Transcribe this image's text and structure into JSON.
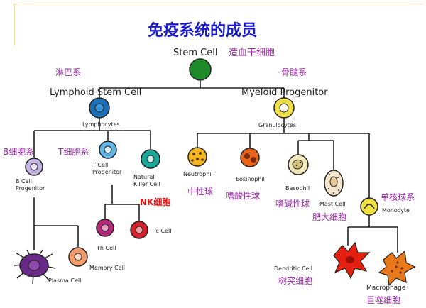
{
  "title": "免疫系统的成员",
  "nodes": {
    "stem": {
      "label": "Stem Cell",
      "cn": "造血干细胞"
    },
    "lymphoid": {
      "label": "Lymphoid Stem Cell",
      "cn": "淋巴系"
    },
    "myeloid": {
      "label": "Myeloid Progenitor",
      "cn": "骨髓系"
    },
    "lymphocytes": {
      "label": "Lymphocytes"
    },
    "granulocytes": {
      "label": "Granulocytes"
    },
    "b_prog": {
      "label": "B Cell Progenitor",
      "cn": "B细胞系"
    },
    "t_prog": {
      "label": "T Cell Progenitor",
      "cn": "T细胞系"
    },
    "nk": {
      "label": "Natural Killer Cell",
      "cn": "NK细胞"
    },
    "th": {
      "label": "Th Cell"
    },
    "tc": {
      "label": "Tc Cell"
    },
    "plasma": {
      "label": "Plasma Cell"
    },
    "memory": {
      "label": "Memory Cell"
    },
    "neutrophil": {
      "label": "Neutrophil",
      "cn": "中性球"
    },
    "eosinophil": {
      "label": "Eosinophil",
      "cn": "嗜酸性球"
    },
    "basophil": {
      "label": "Basophil",
      "cn": "嗜碱性球"
    },
    "mast": {
      "label": "Mast Cell",
      "cn": "肥大细胞"
    },
    "monocyte": {
      "label": "Monocyte",
      "cn": "单核球系"
    },
    "dendritic": {
      "label": "Dendritic Cell",
      "cn": "树突细胞"
    },
    "macrophage": {
      "label": "Macrophage",
      "cn": "巨噬细胞"
    }
  },
  "colors": {
    "title": "#1a1ac8",
    "cn_label": "#9a2aa6",
    "nk_label": "#e01010",
    "line": "#222222",
    "stem": "#1e8a2a",
    "lymphoid": "#1d6fb8",
    "myeloid": "#f1e04a",
    "neutrophil": "#f5b51d",
    "eosinophil": "#e8641a",
    "th": "#b8287a",
    "tc": "#d8202a",
    "plasma": "#6a2a8a",
    "memory": "#f39a6a",
    "nk": "#1aa89a",
    "t_prog": "#62b6e8",
    "b_prog": "#c4b4e4",
    "basophil": "#f3e8b8",
    "mast": "#f4e4cc",
    "monocyte": "#f0e040",
    "dendritic": "#e62010",
    "macrophage": "#e8781a"
  }
}
